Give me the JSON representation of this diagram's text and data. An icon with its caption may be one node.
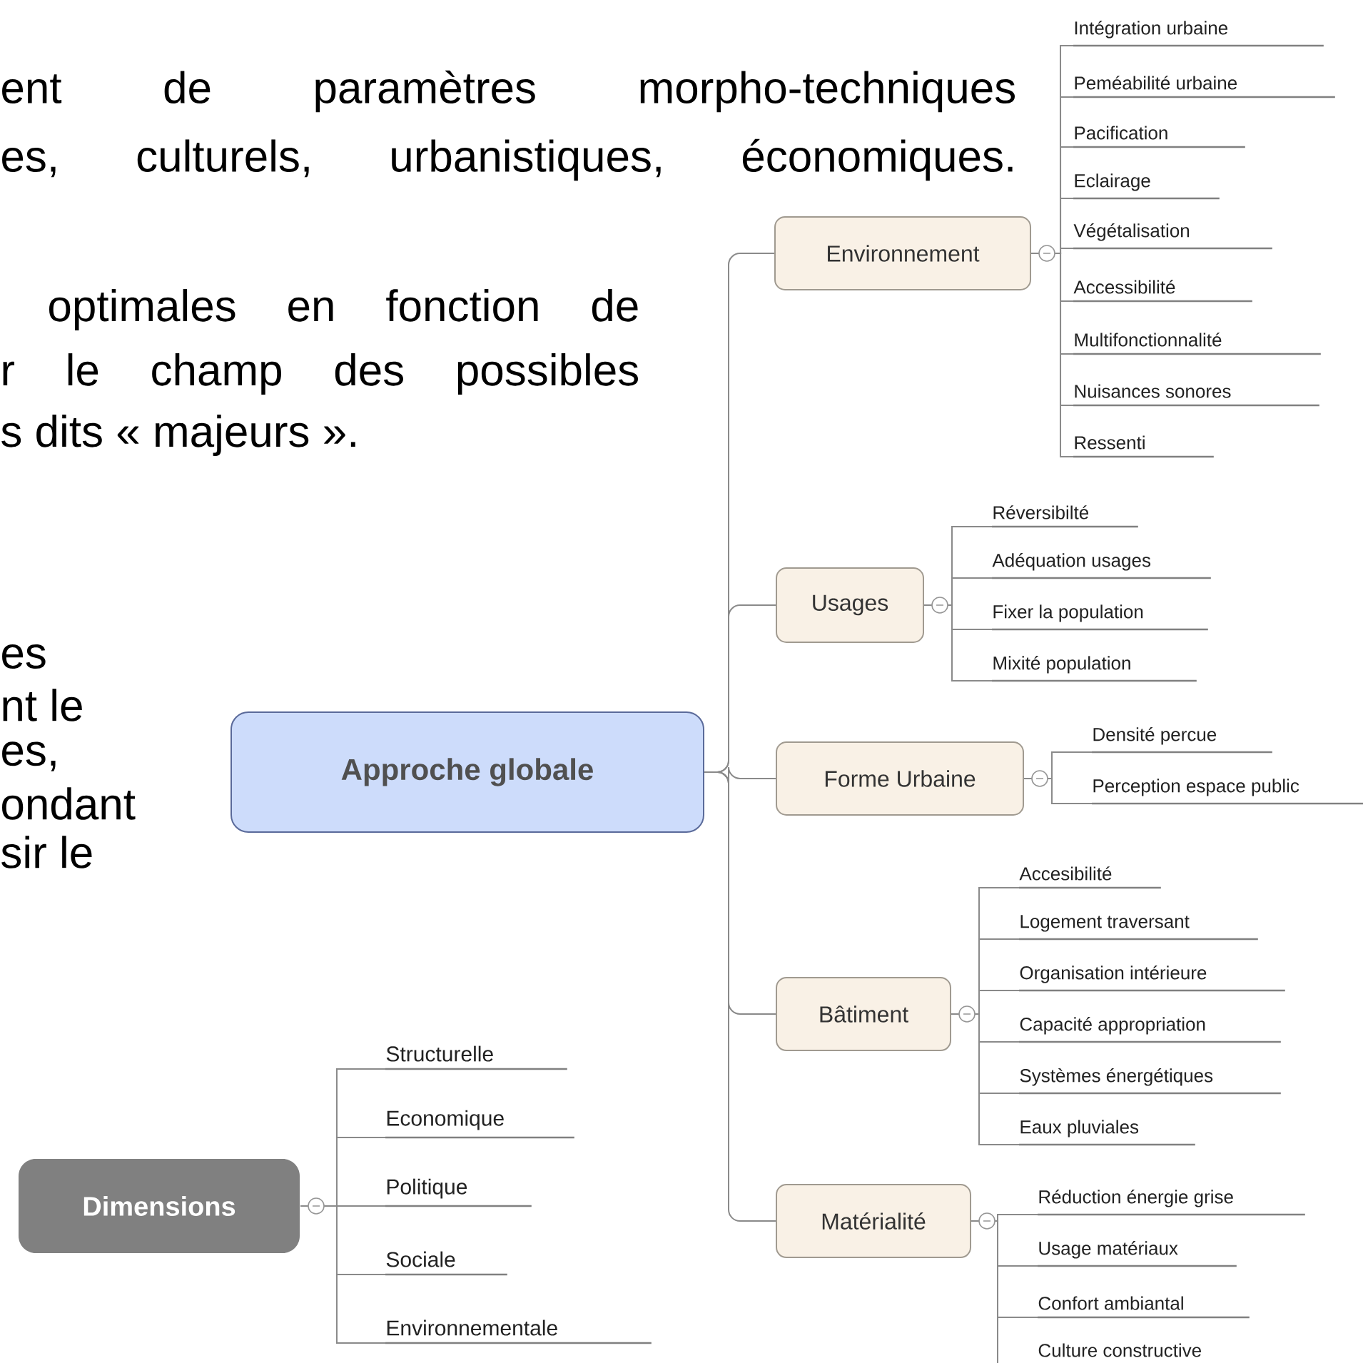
{
  "diagram": {
    "nodes": [
      {
        "text": [
          "Approche globale"
        ]
      },
      {
        "text": [
          "Environnement"
        ]
      },
      {
        "text": [
          "Intégration urbaine"
        ]
      },
      {
        "text": [
          "Peméabilité urbaine"
        ]
      },
      {
        "text": [
          "Pacification"
        ]
      },
      {
        "text": [
          "Eclairage"
        ]
      },
      {
        "text": [
          "Végétalisation"
        ]
      },
      {
        "text": [
          "Accessibilité"
        ]
      },
      {
        "text": [
          "Multifonctionnalité"
        ]
      },
      {
        "text": [
          "Nuisances sonores"
        ]
      },
      {
        "text": [
          "Ressenti"
        ]
      },
      {
        "text": [
          "Usages"
        ]
      },
      {
        "text": [
          "Réversibilté"
        ]
      },
      {
        "text": [
          "Adéquation usages"
        ]
      },
      {
        "text": [
          "Fixer la population"
        ]
      },
      {
        "text": [
          "Mixité population"
        ]
      },
      {
        "text": [
          "Forme Urbaine"
        ]
      },
      {
        "text": [
          "Densité percue"
        ]
      },
      {
        "text": [
          "Perception espace public"
        ]
      },
      {
        "text": [
          "Bâtiment"
        ]
      },
      {
        "text": [
          "Accesibilité"
        ]
      },
      {
        "text": [
          "Logement traversant"
        ]
      },
      {
        "text": [
          "Organisation intérieure"
        ]
      },
      {
        "text": [
          "Capacité appropriation"
        ]
      },
      {
        "text": [
          "Systèmes énergétiques"
        ]
      },
      {
        "text": [
          "Eaux pluviales"
        ]
      },
      {
        "text": [
          "Matérialité"
        ]
      },
      {
        "text": [
          "Réduction énergie grise"
        ]
      },
      {
        "text": [
          "Usage matériaux"
        ]
      },
      {
        "text": [
          "Confort ambiantal"
        ]
      },
      {
        "text": [
          "Culture constructive"
        ]
      },
      {
        "text": [
          "Dimensions"
        ]
      },
      {
        "text": [
          "Structurelle"
        ]
      },
      {
        "text": [
          "Economique"
        ]
      },
      {
        "text": [
          "Politique"
        ]
      },
      {
        "text": [
          "Sociale"
        ]
      },
      {
        "text": [
          "Environnementale"
        ]
      }
    ],
    "edges": [
      {
        "from": 0,
        "to": 1,
        "arrow": "none"
      },
      {
        "from": 0,
        "to": 11,
        "arrow": "none"
      },
      {
        "from": 0,
        "to": 16,
        "arrow": "none"
      },
      {
        "from": 0,
        "to": 19,
        "arrow": "none"
      },
      {
        "from": 0,
        "to": 26,
        "arrow": "none"
      },
      {
        "from": 1,
        "to": 2,
        "arrow": "none"
      },
      {
        "from": 1,
        "to": 3,
        "arrow": "none"
      },
      {
        "from": 1,
        "to": 4,
        "arrow": "none"
      },
      {
        "from": 1,
        "to": 5,
        "arrow": "none"
      },
      {
        "from": 1,
        "to": 6,
        "arrow": "none"
      },
      {
        "from": 1,
        "to": 7,
        "arrow": "none"
      },
      {
        "from": 1,
        "to": 8,
        "arrow": "none"
      },
      {
        "from": 1,
        "to": 9,
        "arrow": "none"
      },
      {
        "from": 1,
        "to": 10,
        "arrow": "none"
      },
      {
        "from": 11,
        "to": 12,
        "arrow": "none"
      },
      {
        "from": 11,
        "to": 13,
        "arrow": "none"
      },
      {
        "from": 11,
        "to": 14,
        "arrow": "none"
      },
      {
        "from": 11,
        "to": 15,
        "arrow": "none"
      },
      {
        "from": 16,
        "to": 17,
        "arrow": "none"
      },
      {
        "from": 16,
        "to": 18,
        "arrow": "none"
      },
      {
        "from": 19,
        "to": 20,
        "arrow": "none"
      },
      {
        "from": 19,
        "to": 21,
        "arrow": "none"
      },
      {
        "from": 19,
        "to": 22,
        "arrow": "none"
      },
      {
        "from": 19,
        "to": 23,
        "arrow": "none"
      },
      {
        "from": 19,
        "to": 24,
        "arrow": "none"
      },
      {
        "from": 19,
        "to": 25,
        "arrow": "none"
      },
      {
        "from": 26,
        "to": 27,
        "arrow": "none"
      },
      {
        "from": 26,
        "to": 28,
        "arrow": "none"
      },
      {
        "from": 26,
        "to": 29,
        "arrow": "none"
      },
      {
        "from": 26,
        "to": 30,
        "arrow": "none"
      },
      {
        "from": 31,
        "to": 32,
        "arrow": "none"
      },
      {
        "from": 31,
        "to": 33,
        "arrow": "none"
      },
      {
        "from": 31,
        "to": 34,
        "arrow": "none"
      },
      {
        "from": 31,
        "to": 35,
        "arrow": "none"
      },
      {
        "from": 31,
        "to": 36,
        "arrow": "none"
      }
    ],
    "labels": [
      "ent de paramètres morpho-techniques",
      "es, culturels, urbanistiques, économiques.",
      "optimales en fonction de",
      "r le champ des possibles",
      "s dits « majeurs ».",
      "es",
      "nt le",
      "es,",
      "ondant",
      "sir le"
    ]
  }
}
